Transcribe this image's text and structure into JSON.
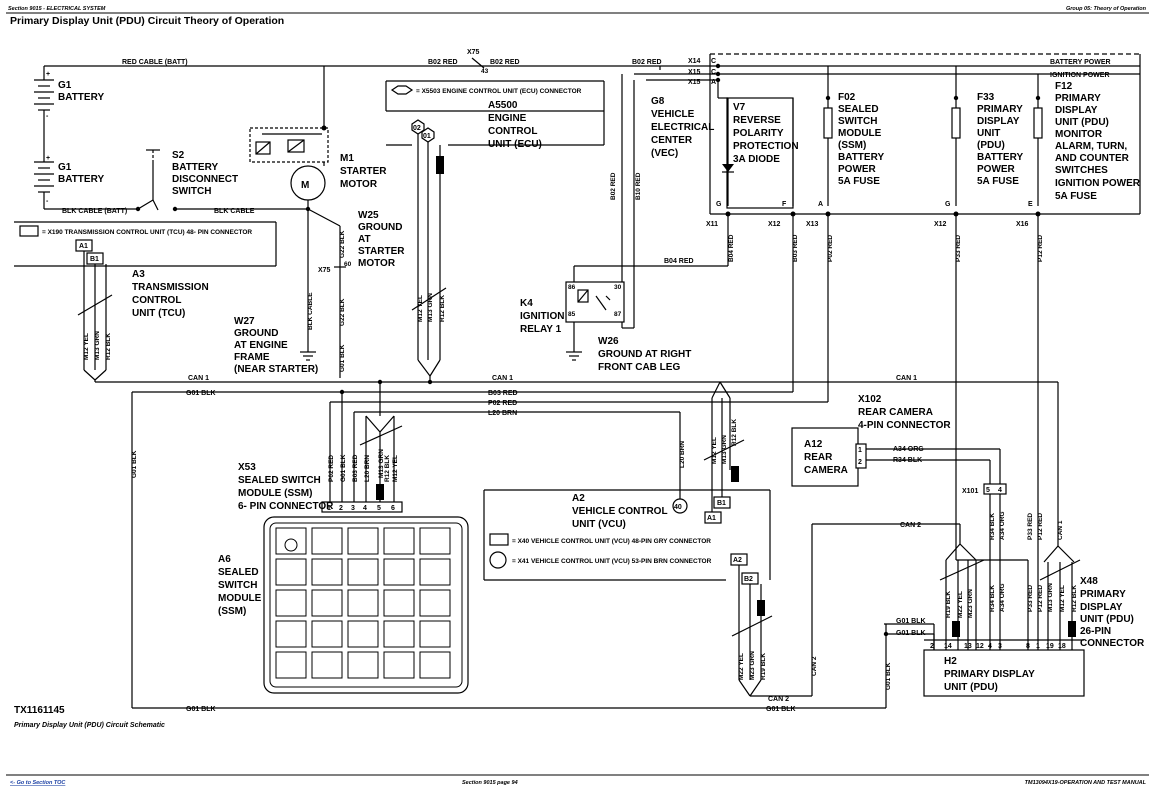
{
  "header": {
    "left": "Section 9015 - ELECTRICAL SYSTEM",
    "right": "Group 05: Theory of Operation",
    "title": "Primary Display Unit (PDU) Circuit Theory of Operation"
  },
  "footer": {
    "toc_link": "<- Go to Section TOC",
    "page": "Section 9015 page 94",
    "manual": "TM13094X19-OPERATION AND TEST MANUAL"
  },
  "figure": {
    "id": "TX1161145",
    "caption": "Primary Display Unit (PDU) Circuit Schematic"
  },
  "components": {
    "g1_top": [
      "G1",
      "BATTERY"
    ],
    "g1_bottom": [
      "G1",
      "BATTERY"
    ],
    "s2": [
      "S2",
      "BATTERY",
      "DISCONNECT",
      "SWITCH"
    ],
    "m1": [
      "M1",
      "STARTER",
      "MOTOR"
    ],
    "w25": [
      "W25",
      "GROUND",
      "AT",
      "STARTER",
      "MOTOR"
    ],
    "w27": [
      "W27",
      "GROUND",
      "AT ENGINE",
      "FRAME",
      "(NEAR STARTER)"
    ],
    "a3": [
      "A3",
      "TRANSMISSION",
      "CONTROL",
      "UNIT (TCU)"
    ],
    "a5500": [
      "A5500",
      "ENGINE",
      "CONTROL",
      "UNIT (ECU)"
    ],
    "g8": [
      "G8",
      "VEHICLE",
      "ELECTRICAL",
      "CENTER",
      "(VEC)"
    ],
    "k4": [
      "K4",
      "IGNITION",
      "RELAY 1"
    ],
    "w26": [
      "W26",
      "GROUND AT RIGHT",
      "FRONT CAB LEG"
    ],
    "v7": [
      "V7",
      "REVERSE",
      "POLARITY",
      "PROTECTION",
      "3A DIODE"
    ],
    "f02": [
      "F02",
      "SEALED",
      "SWITCH",
      "MODULE",
      "(SSM)",
      "BATTERY",
      "POWER",
      "5A FUSE"
    ],
    "f33": [
      "F33",
      "PRIMARY",
      "DISPLAY",
      "UNIT",
      "(PDU)",
      "BATTERY",
      "POWER",
      "5A FUSE"
    ],
    "f12": [
      "F12",
      "PRIMARY",
      "DISPLAY",
      "UNIT (PDU)",
      "MONITOR",
      "ALARM, TURN,",
      "AND COUNTER",
      "SWITCHES",
      "IGNITION POWER",
      "5A FUSE"
    ],
    "x53": [
      "X53",
      "SEALED SWITCH",
      "MODULE (SSM)",
      "6- PIN CONNECTOR"
    ],
    "a6": [
      "A6",
      "SEALED",
      "SWITCH",
      "MODULE",
      "(SSM)"
    ],
    "a2": [
      "A2",
      "VEHICLE CONTROL",
      "UNIT (VCU)"
    ],
    "x102": [
      "X102",
      "REAR CAMERA",
      "4-PIN CONNECTOR"
    ],
    "a12": [
      "A12",
      "REAR",
      "CAMERA"
    ],
    "x48": [
      "X48",
      "PRIMARY",
      "DISPLAY",
      "UNIT (PDU)",
      "26-PIN",
      "CONNECTOR"
    ],
    "h2": [
      "H2",
      "PRIMARY DISPLAY",
      "UNIT (PDU)"
    ]
  },
  "connector_notes": {
    "x190": "= X190 TRANSMISSION CONTROL UNIT (TCU) 48- PIN CONNECTOR",
    "x5503": "= X5503 ENGINE CONTROL UNIT (ECU) CONNECTOR",
    "x40": "= X40 VEHICLE CONTROL UNIT (VCU) 48-PIN GRY CONNECTOR",
    "x41": "= X41 VEHICLE CONTROL UNIT (VCU) 53-PIN BRN CONNECTOR"
  },
  "wires": {
    "red_cable": "RED CABLE (BATT)",
    "blk_cable_batt": "BLK CABLE (BATT)",
    "blk_cable": "BLK CABLE",
    "blk_cable_v": "BLK CABLE",
    "b02_red": "B02 RED",
    "b10_red": "B10 RED",
    "b04_red": "B04 RED",
    "b03_red": "B03 RED",
    "p02_red": "P02 RED",
    "p33_red": "P33 RED",
    "p12_red": "P12 RED",
    "battery_power": "BATTERY POWER",
    "ignition_power": "IGNITION POWER",
    "can1": "CAN 1",
    "can2": "CAN 2",
    "g01_blk": "G01 BLK",
    "g22_blk": "G22 BLK",
    "l20_brn": "L20 BRN",
    "m12_yel": "M12 YEL",
    "m13_grn": "M13 GRN",
    "r12_blk": "R12 BLK",
    "m22_yel": "M22 YEL",
    "m23_grn": "M23 GRN",
    "r19_blk": "R19 BLK",
    "a34_org": "A34 ORG",
    "r34_blk": "R34 BLK"
  },
  "connectors": {
    "x75": "X75",
    "x75_pin43": "43",
    "x75_pin60": "60",
    "x14": "X14",
    "x15a": "X15",
    "x15b": "X15",
    "x11": "X11",
    "x12a": "X12",
    "x13": "X13",
    "x12b": "X12",
    "x16": "X16",
    "x101": "X101",
    "x101_pins": [
      "5",
      "4"
    ],
    "x53_pins": [
      "1",
      "2",
      "3",
      "4",
      "5",
      "6"
    ],
    "h2_pins": [
      "2",
      "14",
      "13",
      "12",
      "4",
      "3",
      "8",
      "1",
      "19",
      "18"
    ],
    "vec_pins": [
      "C",
      "C",
      "A"
    ],
    "vec_bottom_pins": [
      "G",
      "F",
      "A",
      "G",
      "E"
    ],
    "k4_pins": [
      "86",
      "30",
      "85",
      "87"
    ],
    "a1": "A1",
    "b1": "B1",
    "a2": "A2",
    "b2": "B2",
    "ecu_02": "02",
    "ecu_01": "01",
    "vcu_40": "40",
    "camera_pins": [
      "1",
      "2"
    ]
  }
}
